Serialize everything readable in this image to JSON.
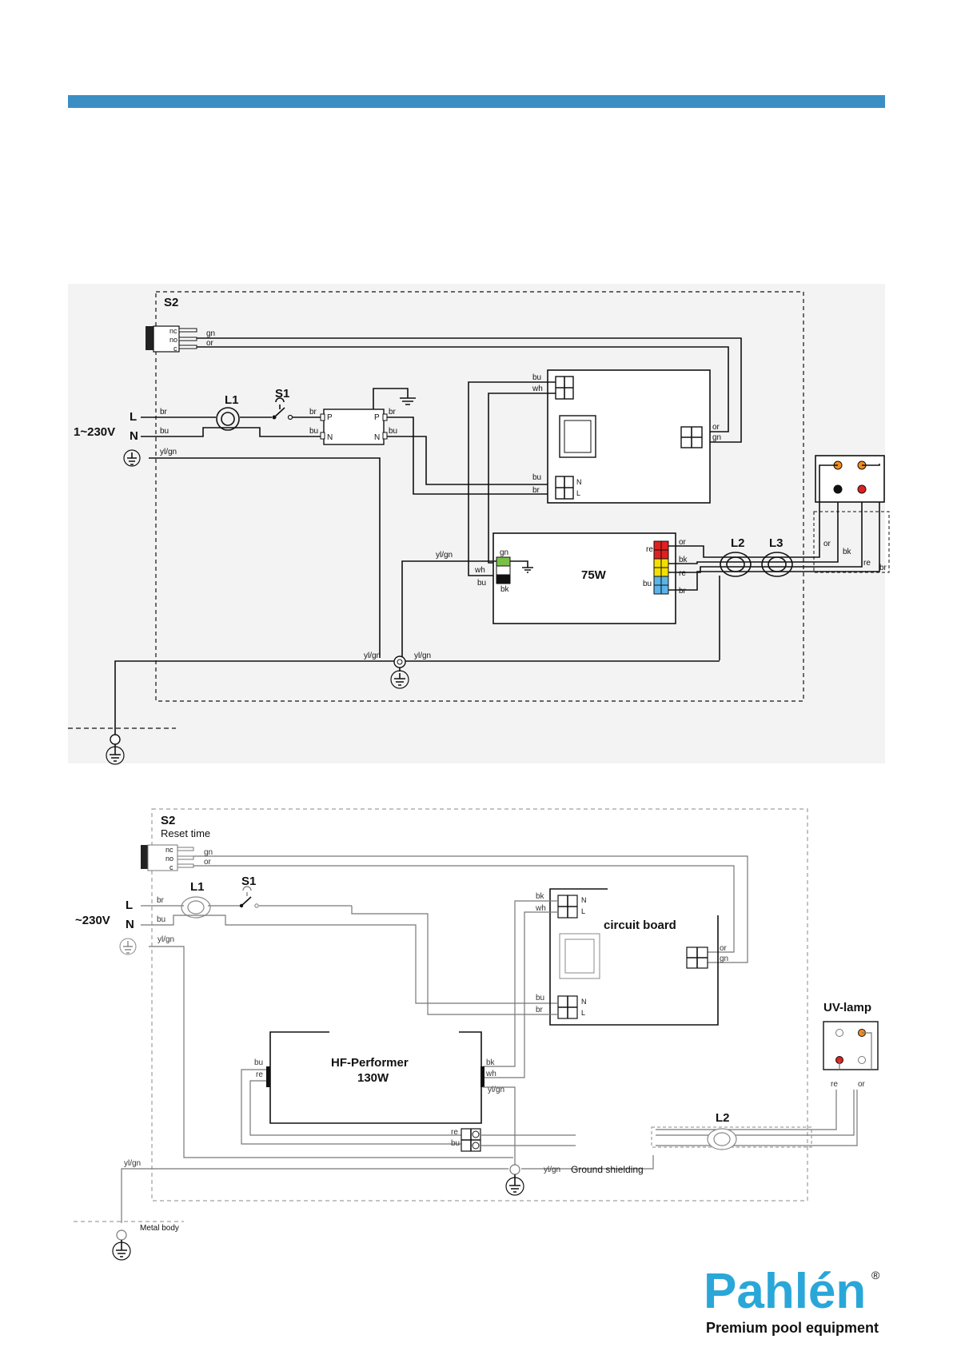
{
  "colors": {
    "header_bar": "#3a8ec4",
    "panel_bg": "#f3f3f3",
    "brand": "#2aa7d8",
    "text": "#111111"
  },
  "diagram1": {
    "s2": "S2",
    "switch_terms": [
      "nc",
      "no",
      "c"
    ],
    "wire_gn": "gn",
    "wire_or": "or",
    "l": "L",
    "n": "N",
    "supply": "1~230V",
    "l1": "L1",
    "s1": "S1",
    "br": "br",
    "bu": "bu",
    "wh": "wh",
    "yl_gn": "yl/gn",
    "p": "P",
    "n_term": "N",
    "n_small": "N",
    "l_small": "L",
    "ballast": "75W",
    "l2": "L2",
    "l3": "L3",
    "re": "re",
    "bk": "bk"
  },
  "diagram2": {
    "s2": "S2",
    "reset_time": "Reset time",
    "switch_terms": [
      "nc",
      "no",
      "c"
    ],
    "wire_gn": "gn",
    "wire_or": "or",
    "l": "L",
    "n": "N",
    "supply": "~230V",
    "l1": "L1",
    "s1": "S1",
    "br": "br",
    "bu": "bu",
    "bk": "bk",
    "wh": "wh",
    "re": "re",
    "yl_gn": "yl/gn",
    "n_small": "N",
    "l_small": "L",
    "circuit_board": "circuit board",
    "ballast_line1": "HF-Performer",
    "ballast_line2": "130W",
    "uv_lamp": "UV-lamp",
    "l2": "L2",
    "ground_shielding": "Ground shielding",
    "metal_body": "Metal body"
  },
  "footer": {
    "brand": "Pahlén",
    "registered": "®",
    "tagline": "Premium pool equipment"
  }
}
